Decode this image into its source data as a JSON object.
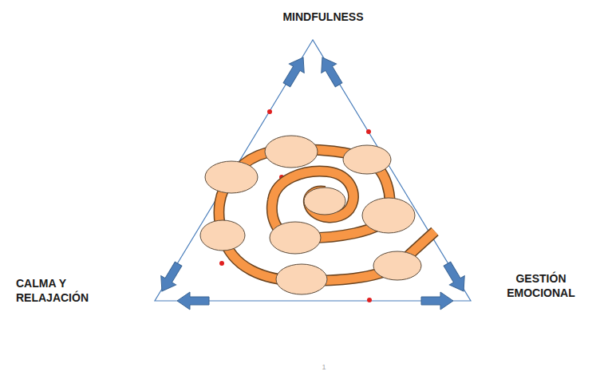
{
  "diagram": {
    "labels": [
      "MINDFULNESS",
      "CALMA Y RELAJACIÓN",
      "GESTIÓN EMOCIONAL",
      "1"
    ]
  }
}
